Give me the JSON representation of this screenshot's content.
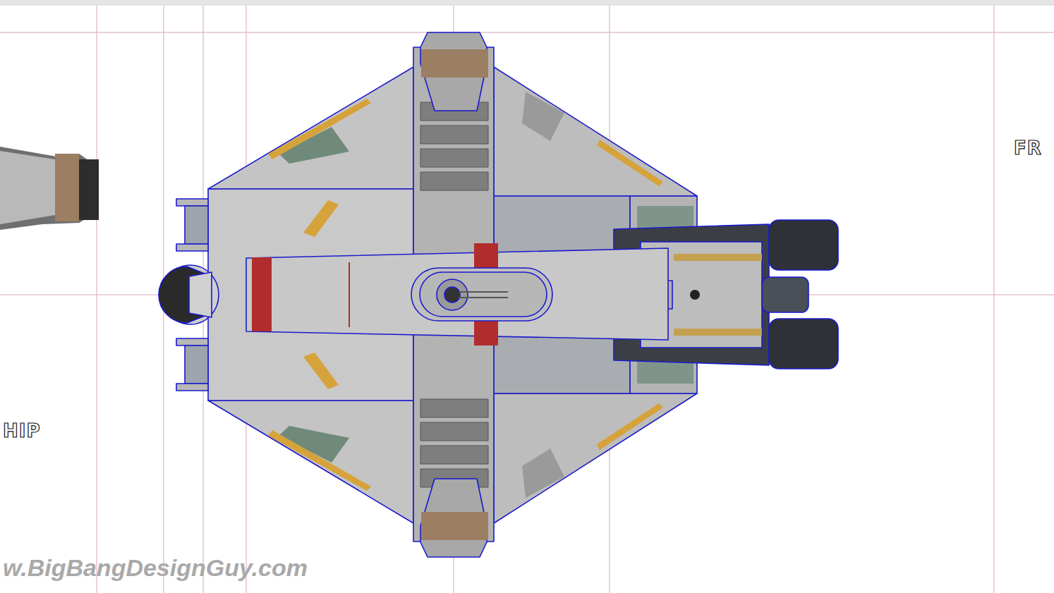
{
  "diagram": {
    "labels": [
      "FR",
      "HIP",
      "w.BigBangDesignGuy.com"
    ]
  }
}
